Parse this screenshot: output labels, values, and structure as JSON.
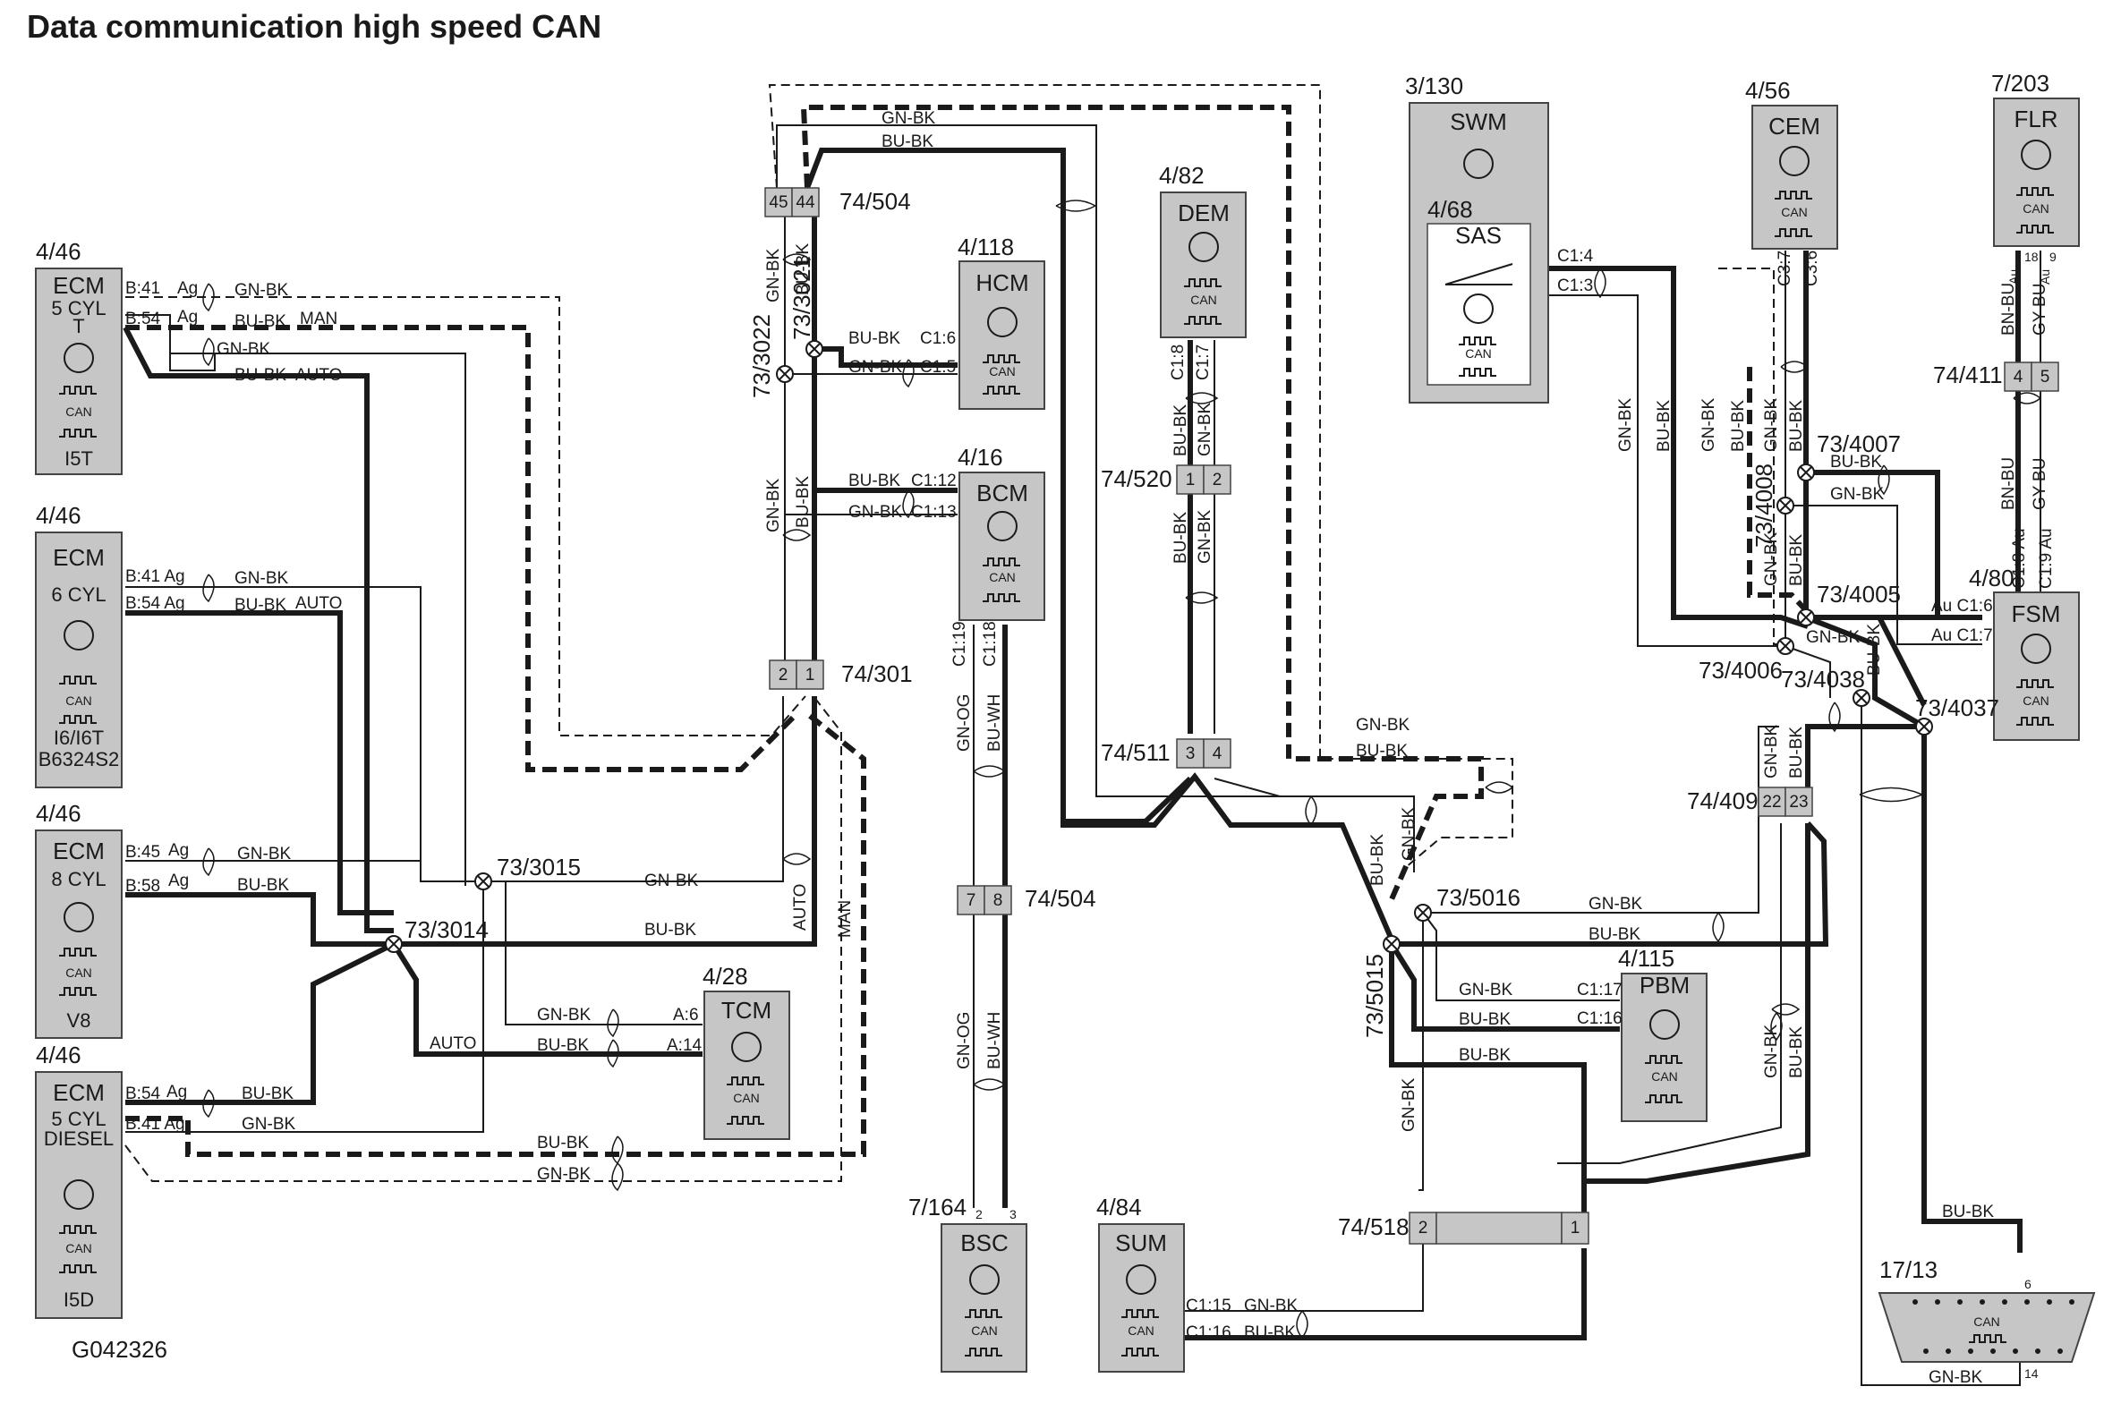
{
  "title": "Data communication high speed CAN",
  "figure_id": "G042326",
  "modules": {
    "ecm_i5t": {
      "ref": "4/46",
      "name": "ECM",
      "sub1": "5 CYL",
      "sub2": "T",
      "variant": "I5T",
      "pin1": "B:41",
      "pin2": "B:54",
      "ag": "Ag"
    },
    "ecm_6cyl": {
      "ref": "4/46",
      "name": "ECM",
      "sub1": "6 CYL",
      "variant1": "I6/I6T",
      "variant2": "B6324S2",
      "pin1": "B:41 Ag",
      "pin2": "B:54 Ag"
    },
    "ecm_v8": {
      "ref": "4/46",
      "name": "ECM",
      "sub1": "8 CYL",
      "variant": "V8",
      "pin1": "B:45",
      "pin2": "B:58",
      "ag": "Ag"
    },
    "ecm_diesel": {
      "ref": "4/46",
      "name": "ECM",
      "sub1": "5 CYL",
      "sub2": "DIESEL",
      "variant": "I5D",
      "pin1": "B:54",
      "pin2": "B:41 Ag",
      "ag": "Ag"
    },
    "hcm": {
      "ref": "4/118",
      "name": "HCM",
      "pin1": "C1:6",
      "pin2": "C1:5"
    },
    "bcm": {
      "ref": "4/16",
      "name": "BCM",
      "pin1": "C1:12",
      "pin2": "C1:13",
      "pin3": "C1:19",
      "pin4": "C1:18"
    },
    "tcm": {
      "ref": "4/28",
      "name": "TCM",
      "pin1": "A:6",
      "pin2": "A:14"
    },
    "dem": {
      "ref": "4/82",
      "name": "DEM",
      "pin1": "C1:8",
      "pin2": "C1:7"
    },
    "swm": {
      "ref": "3/130",
      "name": "SWM",
      "pin1": "C1:4",
      "pin2": "C1:3"
    },
    "sas": {
      "ref": "4/68",
      "name": "SAS"
    },
    "cem": {
      "ref": "4/56",
      "name": "CEM",
      "pin1": "C3:7",
      "pin2": "C3:6"
    },
    "flr": {
      "ref": "7/203",
      "name": "FLR",
      "pin1": "18",
      "pin2": "9",
      "au": "Au"
    },
    "fsm": {
      "ref": "4/80",
      "name": "FSM",
      "pin1": "Au C1:6",
      "pin2": "Au C1:7",
      "pin3": "C1:8 Au",
      "pin4": "C1:9 Au"
    },
    "pbm": {
      "ref": "4/115",
      "name": "PBM",
      "pin1": "C1:17",
      "pin2": "C1:16"
    },
    "bsc": {
      "ref": "7/164",
      "name": "BSC",
      "pin1": "2",
      "pin2": "3"
    },
    "sum": {
      "ref": "4/84",
      "name": "SUM",
      "pin1": "C1:15",
      "pin2": "C1:16"
    },
    "dlc": {
      "ref": "17/13",
      "pin1": "6",
      "pin2": "14"
    }
  },
  "can_label": "CAN",
  "connectors": {
    "c504a": {
      "ref": "74/504",
      "p1": "45",
      "p2": "44"
    },
    "c301": {
      "ref": "74/301",
      "p1": "2",
      "p2": "1"
    },
    "c520": {
      "ref": "74/520",
      "p1": "1",
      "p2": "2"
    },
    "c511": {
      "ref": "74/511",
      "p1": "3",
      "p2": "4"
    },
    "c504b": {
      "ref": "74/504",
      "p1": "7",
      "p2": "8"
    },
    "c409": {
      "ref": "74/409",
      "p1": "22",
      "p2": "23"
    },
    "c411": {
      "ref": "74/411",
      "p1": "4",
      "p2": "5"
    },
    "c518": {
      "ref": "74/518",
      "p1": "2",
      "p2": "1"
    }
  },
  "splices": {
    "s3022": "73/3022",
    "s3021": "73/3021",
    "s3015": "73/3015",
    "s3014": "73/3014",
    "s5016": "73/5016",
    "s5015": "73/5015",
    "s4007": "73/4007",
    "s4008": "73/4008",
    "s4005": "73/4005",
    "s4006": "73/4006",
    "s4038": "73/4038",
    "s4037": "73/4037"
  },
  "wires": {
    "gnbk": "GN-BK",
    "bubk": "BU-BK",
    "gnog": "GN-OG",
    "buwh": "BU-WH",
    "bnbu": "BN-BU",
    "gybu": "GY-BU",
    "man": "MAN",
    "auto": "AUTO"
  }
}
